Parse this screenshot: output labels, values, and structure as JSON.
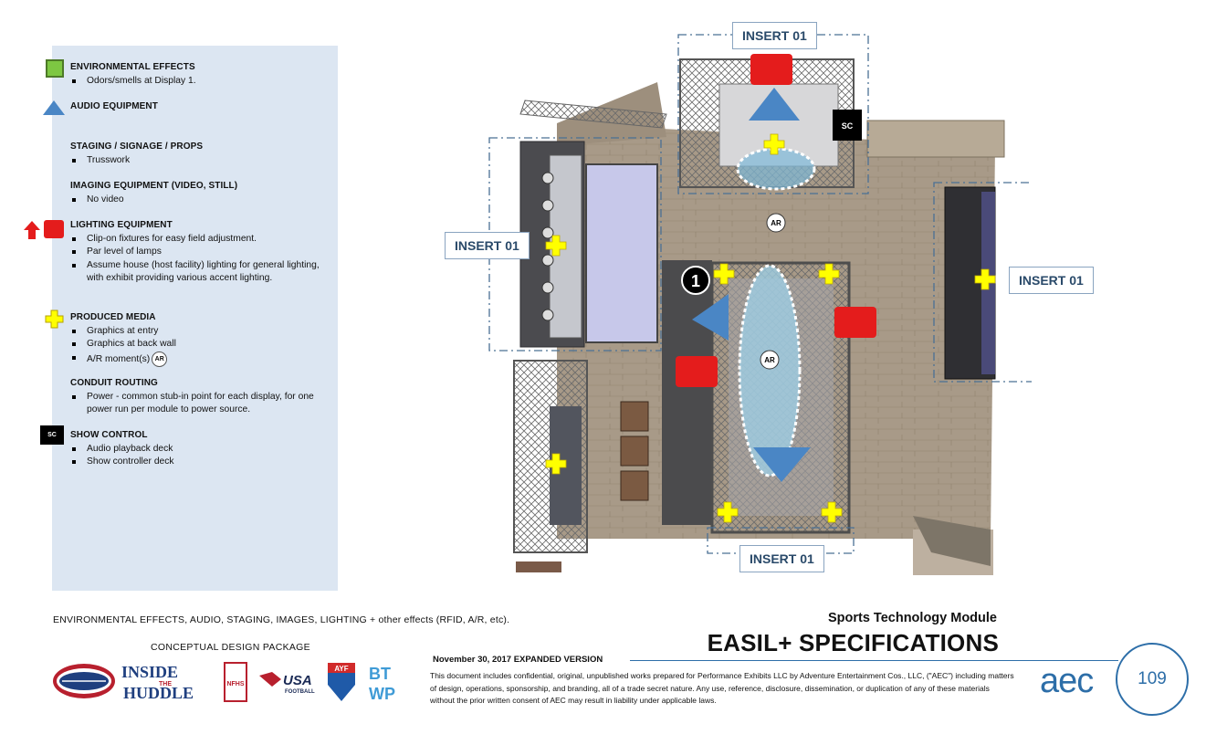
{
  "legend": {
    "env_heading": "ENVIRONMENTAL EFFECTS",
    "env_items": [
      "Odors/smells at Display 1."
    ],
    "audio_heading": "AUDIO EQUIPMENT",
    "staging_heading": "STAGING / SIGNAGE / PROPS",
    "staging_items": [
      "Trusswork"
    ],
    "imaging_heading": "IMAGING EQUIPMENT (VIDEO, STILL)",
    "imaging_items": [
      "No video"
    ],
    "lighting_heading": "LIGHTING EQUIPMENT",
    "lighting_items": [
      "Clip-on fixtures for easy field adjustment.",
      "Par level of lamps",
      "Assume house (host facility) lighting for general lighting, with exhibit providing various accent lighting."
    ],
    "media_heading": "PRODUCED MEDIA",
    "media_items": [
      "Graphics at entry",
      "Graphics at back wall",
      "A/R moment(s)"
    ],
    "conduit_heading": "CONDUIT ROUTING",
    "conduit_items": [
      "Power - common stub-in point for each display, for one power run per module to power source."
    ],
    "show_heading": "SHOW CONTROL",
    "show_items": [
      "Audio playback deck",
      "Show controller deck"
    ],
    "sc_label": "SC",
    "ar_label": "AR"
  },
  "plan": {
    "insert_label": "INSERT 01",
    "sc_label": "SC",
    "ar_label": "AR",
    "display_number": "1"
  },
  "footer": {
    "effects_line": "ENVIRONMENTAL  EFFECTS,  AUDIO,  STAGING,  IMAGES,  LIGHTING  + other effects (RFID, A/R, etc).",
    "package_line": "CONCEPTUAL  DESIGN  PACKAGE",
    "module_title": "Sports Technology Module",
    "spec_title": "EASIL+ SPECIFICATIONS",
    "date": "November 30, 2017 EXPANDED VERSION",
    "disclaimer": "This document includes confidential, original, unpublished works prepared for Performance Exhibits LLC by Adventure Entertainment Cos., LLC, (\"AEC\") including matters of design, operations, sponsorship, and branding, all of a trade secret nature.  Any use, reference, disclosure, dissemination, or duplication of any of these materials without the prior written consent of AEC may result in liability under applicable laws.",
    "brand": "aec",
    "page_number": "109"
  },
  "logos": {
    "inside_top": "INSIDE",
    "inside_mid": "THE",
    "inside_bottom": "HUDDLE",
    "nfhs": "NFHS",
    "usa": "USA",
    "football": "FOOTBALL",
    "ayf": "AYF",
    "btwp_top": "BT",
    "btwp_bottom": "WP"
  },
  "colors": {
    "legend_bg": "#dce6f2",
    "accent_blue": "#2d6ea8",
    "lighting_red": "#e41c1c",
    "media_yellow": "#ffff00",
    "audio_blue": "#4a86c5",
    "env_green": "#7dc742"
  }
}
